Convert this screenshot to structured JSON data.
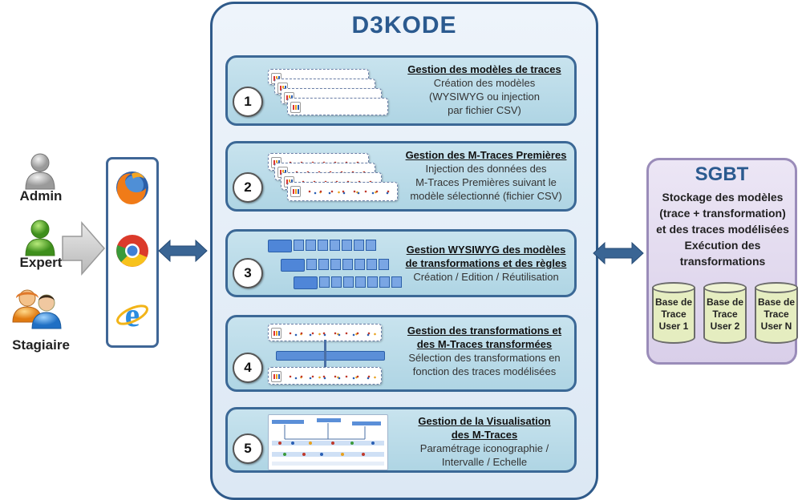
{
  "users": [
    {
      "label": "Admin",
      "icon": "gray-user-icon",
      "color": "#9e9e9e"
    },
    {
      "label": "Expert",
      "icon": "green-user-icon",
      "color": "#63b52f"
    },
    {
      "label": "Stagiaire",
      "icon": "group-users-icon",
      "color": "#3b8fd6"
    }
  ],
  "browsers": [
    "firefox-icon",
    "chrome-icon",
    "internet-explorer-icon"
  ],
  "d3kode": {
    "title": "D3KODE",
    "modules": [
      {
        "number": "1",
        "title": "Gestion des modèles de traces",
        "lines": [
          "Création des modèles",
          "(WYSIWYG ou injection",
          "par fichier CSV)"
        ]
      },
      {
        "number": "2",
        "title": "Gestion des M-Traces Premières",
        "lines": [
          "Injection des données des",
          "M-Traces Premières suivant le",
          "modèle sélectionné (fichier CSV)"
        ]
      },
      {
        "number": "3",
        "title_lines": [
          "Gestion WYSIWYG des modèles",
          "de transformations et des règles"
        ],
        "lines": [
          "Création / Edition / Réutilisation"
        ]
      },
      {
        "number": "4",
        "title_lines": [
          "Gestion des transformations et",
          "des M-Traces transformées"
        ],
        "lines": [
          "Sélection des transformations en",
          "fonction des traces modélisées"
        ]
      },
      {
        "number": "5",
        "title_lines": [
          "Gestion de la Visualisation",
          "des M-Traces"
        ],
        "lines": [
          "Paramétrage iconographie /",
          "Intervalle / Echelle"
        ]
      }
    ]
  },
  "sgbt": {
    "title": "SGBT",
    "lines": [
      "Stockage des modèles",
      "(trace + transformation)",
      "et des traces modélisées",
      "Exécution des",
      "transformations"
    ],
    "databases": [
      {
        "lines": [
          "Base de",
          "Trace",
          "User 1"
        ]
      },
      {
        "lines": [
          "Base de",
          "Trace",
          "User 2"
        ]
      },
      {
        "lines": [
          "Base de",
          "Trace",
          "User N"
        ]
      }
    ]
  },
  "colors": {
    "accent": "#2b5a8f",
    "module_fill": "#bcdce8",
    "sgbt_fill": "#ddd3ec",
    "arrow": "#3a6594"
  }
}
